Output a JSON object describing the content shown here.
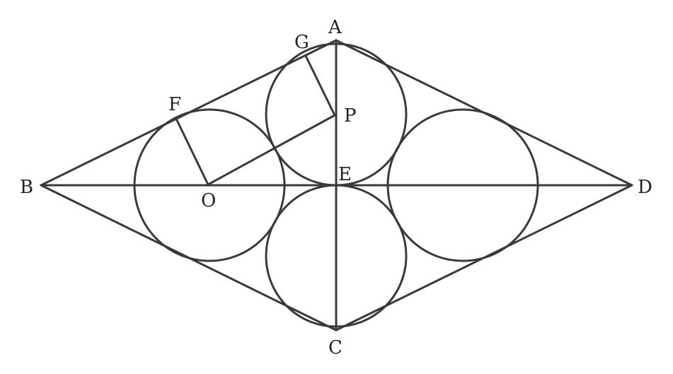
{
  "figure": {
    "labels": {
      "A": "A",
      "B": "B",
      "C": "C",
      "D": "D",
      "E": "E",
      "F": "F",
      "G": "G",
      "O": "O",
      "P": "P"
    },
    "colors": {
      "stroke": "#3a3a3a",
      "text": "#222222",
      "background": "#ffffff"
    }
  }
}
